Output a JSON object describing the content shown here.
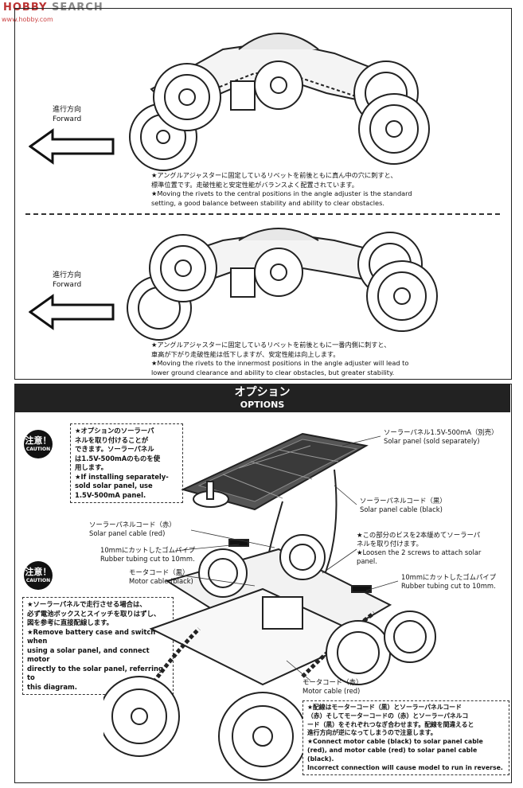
{
  "watermark": {
    "brand": "HOBBY",
    "search": "SEARCH",
    "url": "www.hobby.com"
  },
  "top": {
    "diagram1": {
      "direction_jp": "進行方向",
      "direction_en": "Forward",
      "note_jp_1": "★アングルアジャスターに固定しているリベットを前後ともに真ん中の穴に刺すと、",
      "note_jp_2": "標準位置です。走破性能と安定性能がバランスよく配置されています。",
      "note_en_1": "★Moving the rivets to the central positions in the angle adjuster is the standard",
      "note_en_2": "setting, a good balance between stability and ability to clear obstacles."
    },
    "diagram2": {
      "direction_jp": "進行方向",
      "direction_en": "Forward",
      "note_jp_1": "★アングルアジャスターに固定しているリベットを前後ともに一番内側に刺すと、",
      "note_jp_2": "車高が下がり走破性能は低下しますが、安定性能は向上します。",
      "note_en_1": "★Moving the rivets to the innermost positions in the angle adjuster will lead to",
      "note_en_2": "lower ground clearance and ability to clear obstacles, but greater stability."
    }
  },
  "options": {
    "title_jp": "オプション",
    "title_en": "OPTIONS",
    "caution1": {
      "badge_jp": "注意！",
      "badge_en": "CAUTION",
      "text": [
        "★オプションのソーラーパ",
        "ネルを取り付けることが",
        "できます。ソーラーパネル",
        "は1.5V-500mAのものを使",
        "用します。",
        "★If installing separately-",
        "sold solar panel, use",
        "1.5V-500mA panel."
      ]
    },
    "caution2": {
      "badge_jp": "注意！",
      "badge_en": "CAUTION",
      "text": [
        "★ソーラーパネルで走行させる場合は、",
        "必ず電池ボックスとスイッチを取りはずし、",
        "図を参考に直接配線します。",
        "★Remove battery case and switch when",
        "using a solar panel, and connect motor",
        "directly to the solar panel, referring to",
        "this diagram."
      ]
    },
    "labels": {
      "solar_panel_jp": "ソーラーパネル1.5V-500mA（別売）",
      "solar_panel_en": "Solar panel (sold separately)",
      "cable_black_jp": "ソーラーパネルコード（黒）",
      "cable_black_en": "Solar panel cable (black)",
      "cable_red_jp": "ソーラーパネルコード（赤）",
      "cable_red_en": "Solar panel cable (red)",
      "screws_jp_1": "★この部分のビスを2本緩めてソーラーパ",
      "screws_jp_2": "ネルを取り付けます。",
      "screws_en_1": "★Loosen the 2 screws to attach solar",
      "screws_en_2": "panel.",
      "tubing_left_jp": "10mmにカットしたゴムパイプ",
      "tubing_left_en": "Rubber tubing cut to 10mm.",
      "tubing_right_jp": "10mmにカットしたゴムパイプ",
      "tubing_right_en": "Rubber tubing cut to 10mm.",
      "motor_black_jp": "モータコード（黒）",
      "motor_black_en": "Motor cable (black)",
      "motor_red_jp": "モータコード（赤）",
      "motor_red_en": "Motor cable (red)"
    },
    "wiring_note": [
      "★配線はモーターコード（黒）とソーラーパネルコード",
      "（赤）そしてモーターコードの（赤）とソーラーパネルコ",
      "ード（黒）をそれぞれつなぎ合わせます。配線を間違えると",
      "進行方向が逆になってしまうので注意します。",
      "★Connect motor cable (black) to solar panel cable",
      "(red), and motor cable (red) to solar panel cable (black).",
      "Incorrect connection will cause model to run in reverse."
    ]
  }
}
